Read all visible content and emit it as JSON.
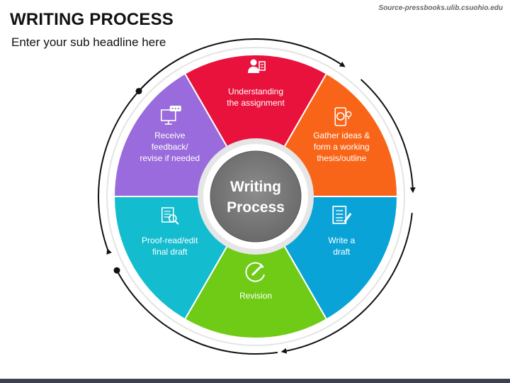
{
  "header": {
    "title": "WRITING PROCESS",
    "subtitle": "Enter your sub headline here",
    "source": "Source-pressbooks.ulib.csuohio.edu"
  },
  "center": {
    "line1": "Writing",
    "line2": "Process"
  },
  "segments": [
    {
      "lines": [
        "Understanding",
        "the assignment"
      ],
      "color": "#e8123c",
      "icon": "reader-book-icon"
    },
    {
      "lines": [
        "Gather ideas &",
        "form a working",
        "thesis/outline"
      ],
      "color": "#f96518",
      "icon": "phone-idea-icon"
    },
    {
      "lines": [
        "Write a",
        "draft"
      ],
      "color": "#0aa3d8",
      "icon": "document-pen-icon"
    },
    {
      "lines": [
        "Revision"
      ],
      "color": "#6fcb16",
      "icon": "edit-refresh-icon"
    },
    {
      "lines": [
        "Proof-read/edit",
        "final draft"
      ],
      "color": "#13bccf",
      "icon": "proofread-icon"
    },
    {
      "lines": [
        "Receive",
        "feedback/",
        "revise if needed"
      ],
      "color": "#9a6bdc",
      "icon": "feedback-monitor-icon"
    }
  ]
}
